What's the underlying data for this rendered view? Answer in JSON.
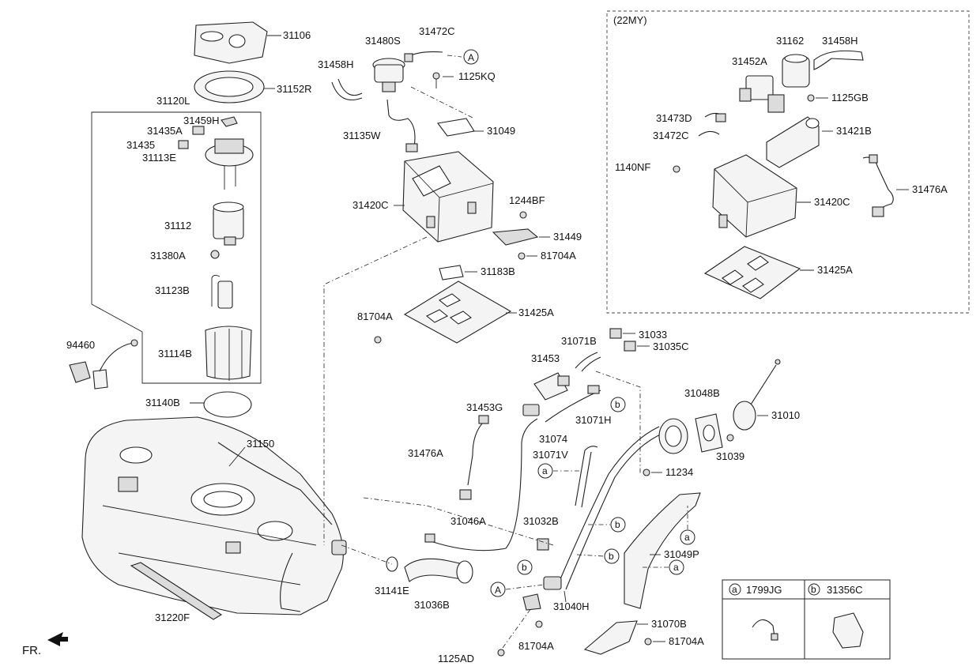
{
  "variant_label": "(22MY)",
  "direction_label": "FR.",
  "legend": {
    "a_marker": "a",
    "a_part": "1799JG",
    "b_marker": "b",
    "b_part": "31356C"
  },
  "refs": {
    "A": "A",
    "a": "a",
    "b": "b"
  },
  "parts": {
    "p31106": "31106",
    "p31152R": "31152R",
    "p31120L": "31120L",
    "p31459H": "31459H",
    "p31435A": "31435A",
    "p31435": "31435",
    "p31113E": "31113E",
    "p31112": "31112",
    "p31380A": "31380A",
    "p31123B": "31123B",
    "p31114B": "31114B",
    "p94460": "94460",
    "p31140B": "31140B",
    "p31150": "31150",
    "p31220F": "31220F",
    "p31480S": "31480S",
    "p31472C": "31472C",
    "p31458H": "31458H",
    "p1125KQ": "1125KQ",
    "p31135W": "31135W",
    "p31049": "31049",
    "p31420C": "31420C",
    "p1244BF": "1244BF",
    "p31449": "31449",
    "p81704A": "81704A",
    "p31183B": "31183B",
    "p31425A": "31425A",
    "p31162": "31162",
    "p31452A": "31452A",
    "p1125GB": "1125GB",
    "p31473D": "31473D",
    "p31421B": "31421B",
    "p1140NF": "1140NF",
    "p31476A": "31476A",
    "p31071B": "31071B",
    "p31033": "31033",
    "p31035C": "31035C",
    "p31453": "31453",
    "p31453G": "31453G",
    "p31071H": "31071H",
    "p31074": "31074",
    "p31071V": "31071V",
    "p31048B": "31048B",
    "p31010": "31010",
    "p31039": "31039",
    "p11234": "11234",
    "p31046A": "31046A",
    "p31032B": "31032B",
    "p31049P": "31049P",
    "p31141E": "31141E",
    "p31036B": "31036B",
    "p31040H": "31040H",
    "p31070B": "31070B",
    "p1125AD": "1125AD"
  }
}
